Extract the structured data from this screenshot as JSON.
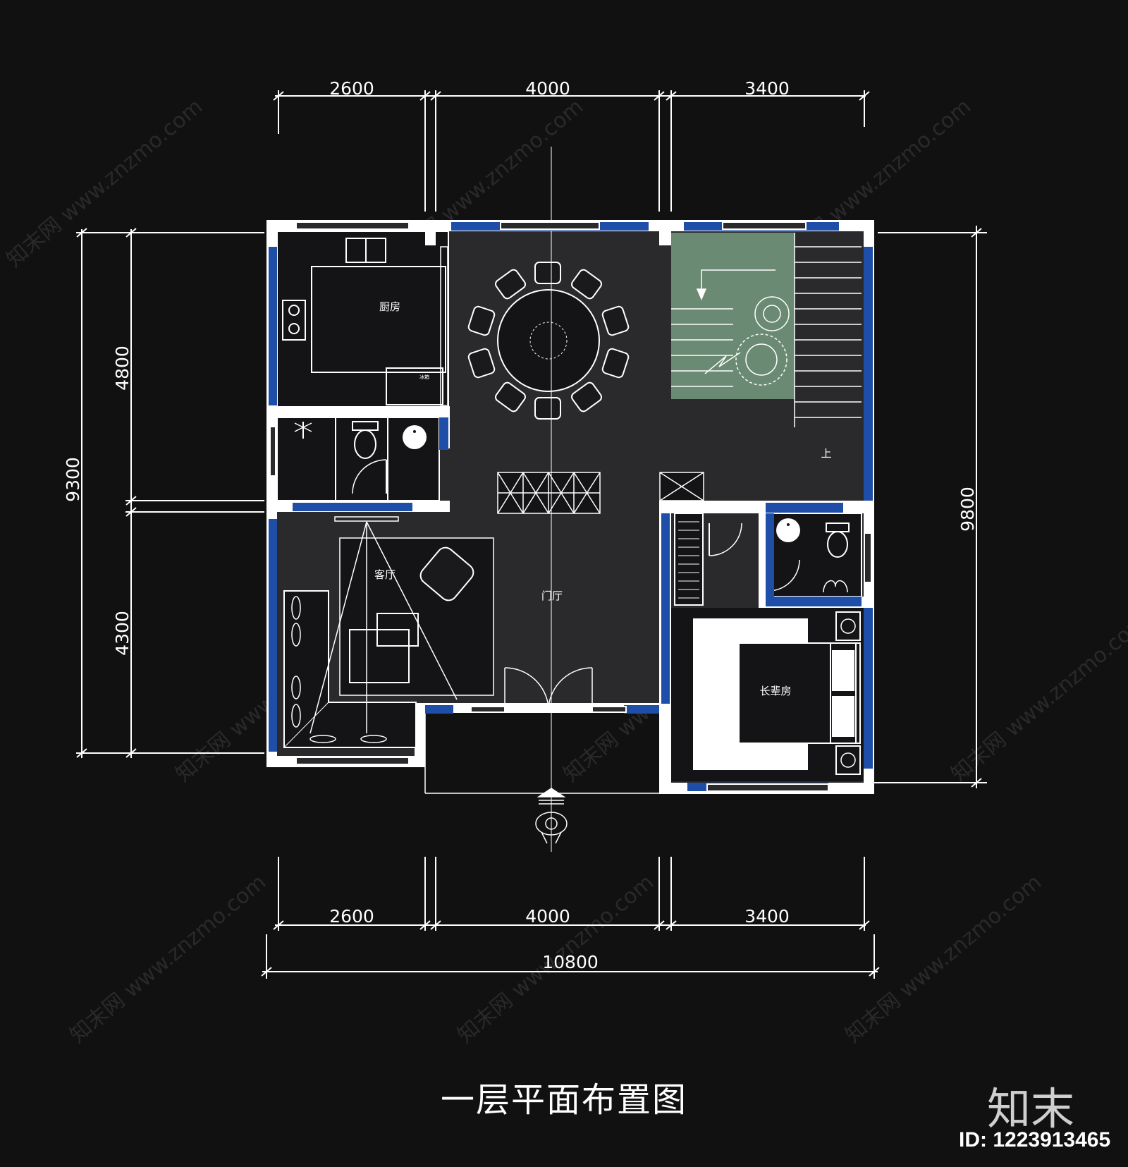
{
  "dimensions": {
    "top": [
      "2600",
      "4000",
      "3400"
    ],
    "bottom": [
      "2600",
      "4000",
      "3400"
    ],
    "total": "10800",
    "left_outer": "9300",
    "left_inner": [
      "4800",
      "4300"
    ],
    "right": "9800"
  },
  "rooms": {
    "kitchen": "厨房",
    "living": "客厅",
    "foyer": "门厅",
    "elder_bedroom": "长辈房",
    "stair_up": "上",
    "appliance": "冰箱"
  },
  "watermark": "知末网 www.znzmo.com",
  "title": "一层平面布置图",
  "brand": "知末",
  "image_id": "ID: 1223913465",
  "colors": {
    "background": "#111112",
    "floor": "#2a2a2c",
    "wall": "#ffffff",
    "window_blue": "#1f4ea8",
    "stair_green": "#6b8a74",
    "lines": "#ffffff"
  }
}
